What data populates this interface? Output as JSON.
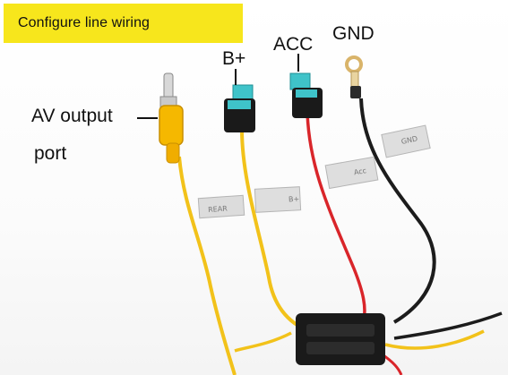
{
  "banner": {
    "title": "Configure line wiring",
    "color": "#f7e61c"
  },
  "labels": {
    "av_output_line1": "AV output",
    "av_output_line2": "port",
    "b_plus": "B+",
    "acc": "ACC",
    "gnd": "GND"
  },
  "tags": {
    "rear": "REAR",
    "b_plus": "B+",
    "acc": "Acc",
    "gnd": "GND"
  },
  "colors": {
    "yellow_wire": "#f2c21a",
    "red_wire": "#d9252a",
    "black_wire": "#1c1c1c",
    "fuse_holder": "#1a1a1a",
    "fuse": "#3fc3c9",
    "rca_body": "#f5b800"
  }
}
